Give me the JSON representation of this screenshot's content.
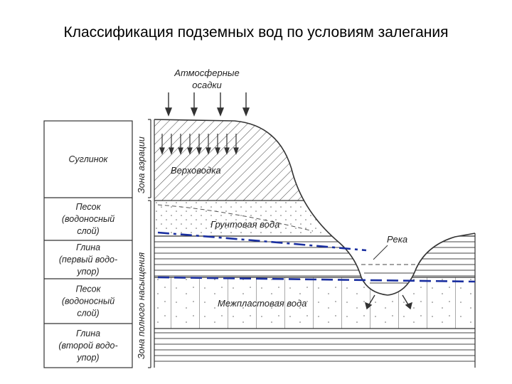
{
  "title": "Классификация подземных вод по условиям залегания",
  "atmosphere": {
    "line1": "Атмосферные",
    "line2": "осадки"
  },
  "strata": [
    {
      "lines": [
        "Суглинок"
      ]
    },
    {
      "lines": [
        "Песок",
        "(водоносный",
        "слой)"
      ]
    },
    {
      "lines": [
        "Глина",
        "(первый водо-",
        "упор)"
      ]
    },
    {
      "lines": [
        "Песок",
        "(водоносный",
        "слой)"
      ]
    },
    {
      "lines": [
        "Глина",
        "(второй водо-",
        "упор)"
      ]
    }
  ],
  "zones": {
    "aeration": "Зона аэрации",
    "saturation": "Зона полного насыщения"
  },
  "labels": {
    "perched": "Верховодка",
    "groundwater": "Грунтовая вода",
    "river": "Река",
    "interstratal": "Межпластовая вода"
  },
  "colors": {
    "line": "#333333",
    "water_table": "#1a2fa0"
  }
}
